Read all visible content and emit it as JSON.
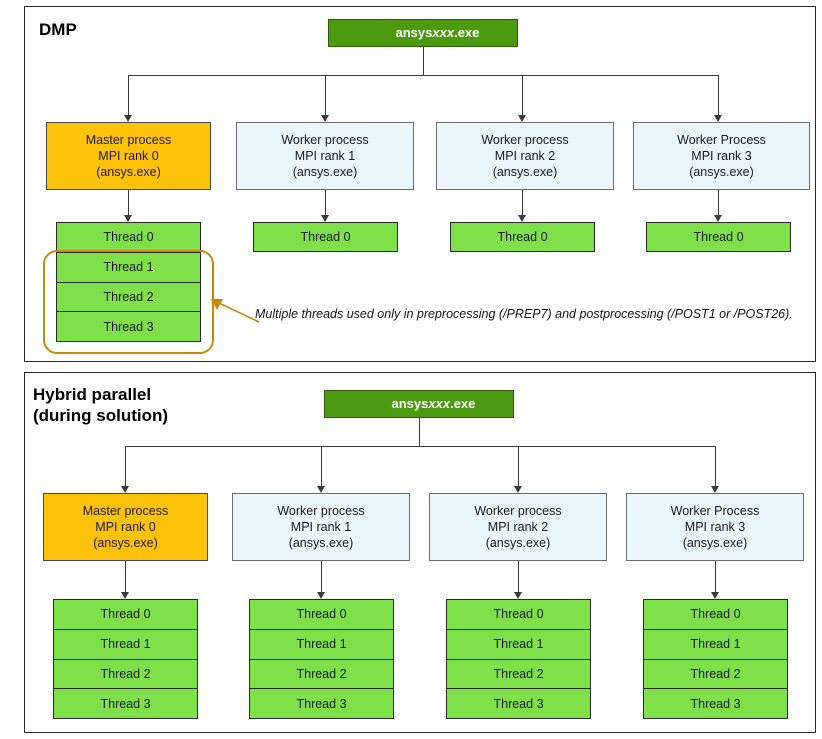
{
  "diagram": {
    "title_semantic": "ANSYS DMP and Hybrid parallel process/thread topology",
    "colors": {
      "exe_box": "#4c9a10",
      "master_box": "#ffc20a",
      "worker_box": "#e9f7fb",
      "thread_box": "#80e04a",
      "highlight": "#c8890c",
      "connector": "#3a3a3a",
      "panel_border": "#2a2a2a",
      "page_background": "#ffffff"
    }
  },
  "panels": [
    {
      "id": "dmp",
      "title": "DMP",
      "root": {
        "label_prefix": "ansys",
        "label_italic": "xxx",
        "label_suffix": ".exe"
      },
      "processes": [
        {
          "role": "master",
          "line1": "Master process",
          "line2": "MPI rank 0",
          "line3": "(ansys.exe)"
        },
        {
          "role": "worker",
          "line1": "Worker process",
          "line2": "MPI rank 1",
          "line3": "(ansys.exe)"
        },
        {
          "role": "worker",
          "line1": "Worker process",
          "line2": "MPI rank 2",
          "line3": "(ansys.exe)"
        },
        {
          "role": "worker",
          "line1": "Worker Process",
          "line2": "MPI rank 3",
          "line3": "(ansys.exe)"
        }
      ],
      "thread_groups": [
        {
          "threads": [
            "Thread 0",
            "Thread 1",
            "Thread 2",
            "Thread 3"
          ]
        },
        {
          "threads": [
            "Thread 0"
          ]
        },
        {
          "threads": [
            "Thread 0"
          ]
        },
        {
          "threads": [
            "Thread 0"
          ]
        }
      ],
      "annotation": "Multiple threads used only in preprocessing (/PREP7) and postprocessing (/POST1 or /POST26)."
    },
    {
      "id": "hybrid",
      "title": "Hybrid parallel\n(during solution)",
      "root": {
        "label_prefix": "ansys",
        "label_italic": "xxx",
        "label_suffix": ".exe"
      },
      "processes": [
        {
          "role": "master",
          "line1": "Master process",
          "line2": "MPI rank 0",
          "line3": "(ansys.exe)"
        },
        {
          "role": "worker",
          "line1": "Worker process",
          "line2": "MPI rank 1",
          "line3": "(ansys.exe)"
        },
        {
          "role": "worker",
          "line1": "Worker process",
          "line2": "MPI rank 2",
          "line3": "(ansys.exe)"
        },
        {
          "role": "worker",
          "line1": "Worker Process",
          "line2": "MPI rank 3",
          "line3": "(ansys.exe)"
        }
      ],
      "thread_groups": [
        {
          "threads": [
            "Thread 0",
            "Thread 1",
            "Thread 2",
            "Thread 3"
          ]
        },
        {
          "threads": [
            "Thread 0",
            "Thread 1",
            "Thread 2",
            "Thread 3"
          ]
        },
        {
          "threads": [
            "Thread 0",
            "Thread 1",
            "Thread 2",
            "Thread 3"
          ]
        },
        {
          "threads": [
            "Thread 0",
            "Thread 1",
            "Thread 2",
            "Thread 3"
          ]
        }
      ],
      "annotation": ""
    }
  ]
}
